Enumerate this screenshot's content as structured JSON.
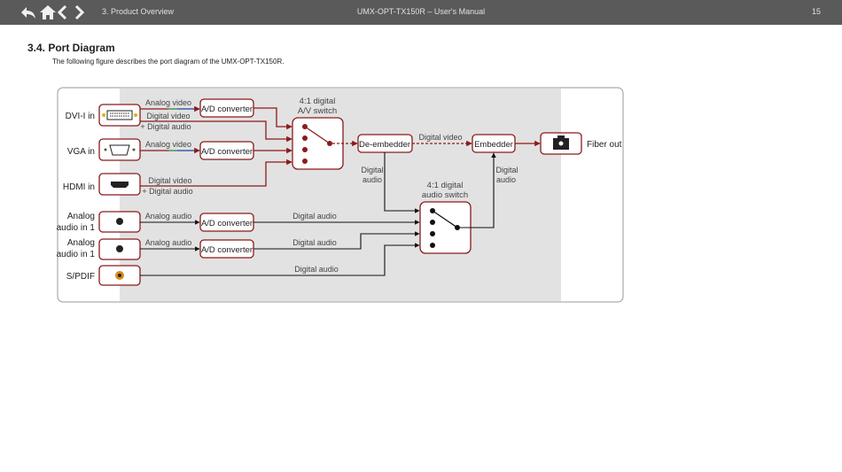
{
  "header": {
    "breadcrumb": "3. Product Overview",
    "doc_title": "UMX-OPT-TX150R – User's Manual",
    "page_number": "15"
  },
  "section": {
    "title": "3.4.  Port Diagram",
    "intro": "The following figure describes the port diagram of the UMX-OPT-TX150R."
  },
  "diagram": {
    "inputs": {
      "dvi": "DVI-I in",
      "vga": "VGA in",
      "hdmi": "HDMI in",
      "analog1_line1": "Analog",
      "analog1_line2": "audio in 1",
      "analog2_line1": "Analog",
      "analog2_line2": "audio in 1",
      "spdif": "S/PDIF"
    },
    "output": "Fiber out",
    "blocks": {
      "ad_converter": "A/D converter",
      "de_embedder": "De-embedder",
      "embedder": "Embedder",
      "av_switch_line1": "4:1 digital",
      "av_switch_line2": "A/V switch",
      "audio_switch_line1": "4:1 digital",
      "audio_switch_line2": "audio switch"
    },
    "signals": {
      "analog_video": "Analog video",
      "digital_video": "Digital video",
      "plus_digital_audio": "+ Digital audio",
      "analog_audio": "Analog audio",
      "digital_audio": "Digital audio",
      "digital": "Digital",
      "audio": "audio"
    },
    "colors": {
      "accent_red": "#8b1a1a",
      "background_gray": "#e2e2e2",
      "signal_green": "#2e8b3a",
      "signal_blue": "#1f3fa0",
      "connector_orange": "#d98a1f"
    }
  }
}
